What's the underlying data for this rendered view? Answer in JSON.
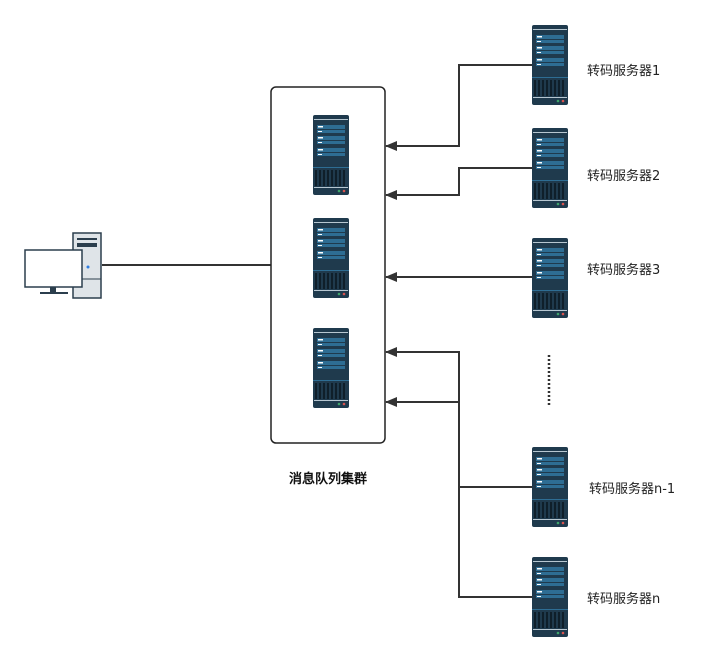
{
  "cluster": {
    "label": "消息队列集群"
  },
  "servers": [
    {
      "label": "转码服务器1"
    },
    {
      "label": "转码服务器2"
    },
    {
      "label": "转码服务器3"
    },
    {
      "label": "转码服务器n-1"
    },
    {
      "label": "转码服务器n"
    }
  ],
  "colors": {
    "server_body": "#1f3a4d",
    "server_panel": "#2e6d93",
    "line": "#333333"
  }
}
